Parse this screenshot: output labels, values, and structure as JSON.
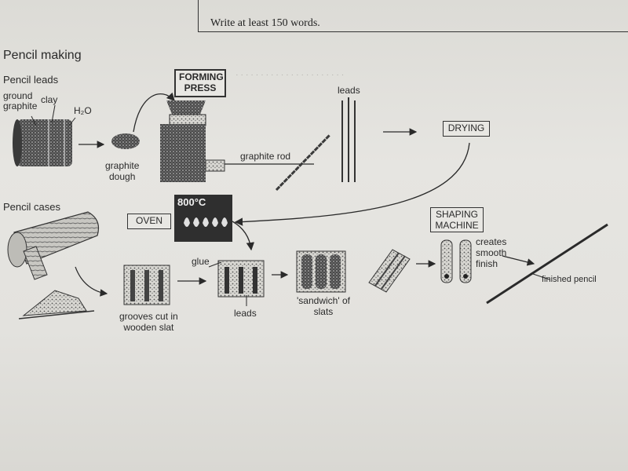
{
  "instruction": "Write at least 150 words.",
  "diagram": {
    "title": "Pencil making",
    "sections": {
      "leads": "Pencil leads",
      "cases": "Pencil cases"
    },
    "labels": {
      "ground_graphite": "ground graphite",
      "ground": "ground",
      "graphite": "graphite",
      "clay": "clay",
      "water": "H₂O",
      "graphite_dough_1": "graphite",
      "graphite_dough_2": "dough",
      "forming_press_1": "FORMING",
      "forming_press_2": "PRESS",
      "graphite_rod": "graphite rod",
      "leads_top": "leads",
      "drying": "DRYING",
      "oven": "OVEN",
      "temperature": "800°C",
      "shaping_machine_1": "SHAPING",
      "shaping_machine_2": "MACHINE",
      "creates_1": "creates",
      "creates_2": "smooth",
      "creates_3": "finish",
      "finished_pencil": "finished pencil",
      "grooves_1": "grooves cut in",
      "grooves_2": "wooden slat",
      "glue": "glue",
      "leads_bottom": "leads",
      "sandwich_1": "'sandwich' of",
      "sandwich_2": "slats"
    }
  },
  "colors": {
    "ink": "#2a2a2a",
    "paper": "#e4e3df"
  }
}
